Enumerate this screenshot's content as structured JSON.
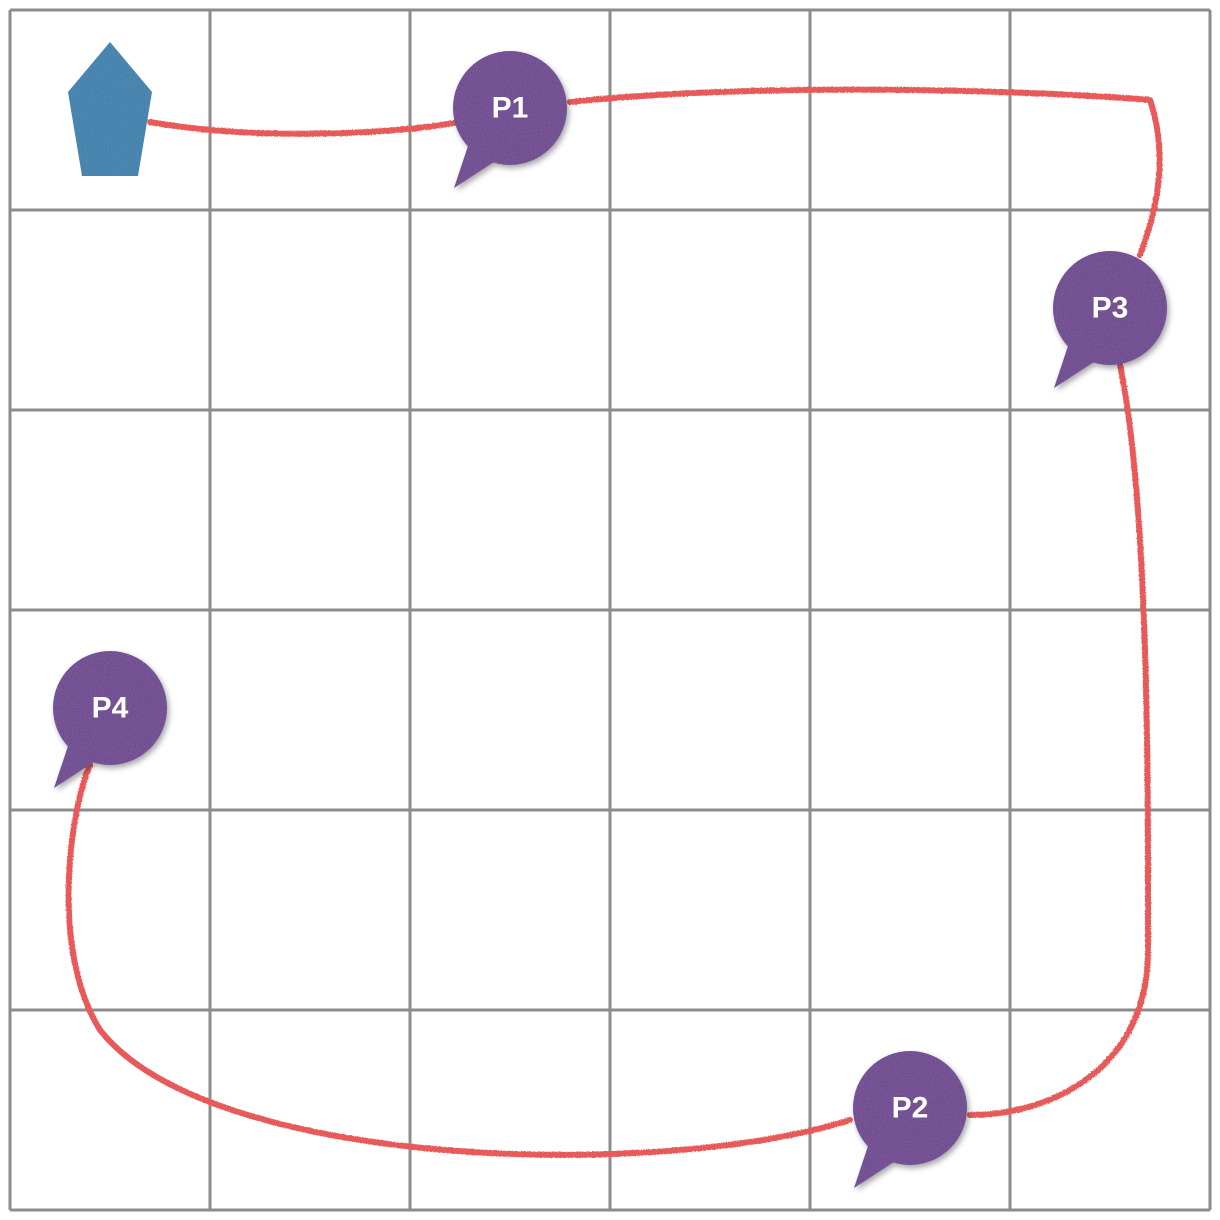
{
  "board": {
    "rows": 6,
    "cols": 6,
    "grid_color": "#8c8c8c",
    "background": "#ffffff"
  },
  "start": {
    "icon": "pentagon-start-icon",
    "color": "#2f7fae",
    "cell": [
      0,
      0
    ]
  },
  "route": {
    "color": "#e85a5a",
    "order": [
      "start",
      "P1",
      "P3",
      "P2",
      "P4"
    ]
  },
  "markers": [
    {
      "id": "P1",
      "label": "P1",
      "cell": [
        0,
        2
      ]
    },
    {
      "id": "P3",
      "label": "P3",
      "cell": [
        1,
        5
      ]
    },
    {
      "id": "P2",
      "label": "P2",
      "cell": [
        5,
        4
      ]
    },
    {
      "id": "P4",
      "label": "P4",
      "cell": [
        3,
        0
      ]
    }
  ],
  "marker_style": {
    "icon": "speech-bubble-pin-icon",
    "color": "#6a3d8f"
  }
}
